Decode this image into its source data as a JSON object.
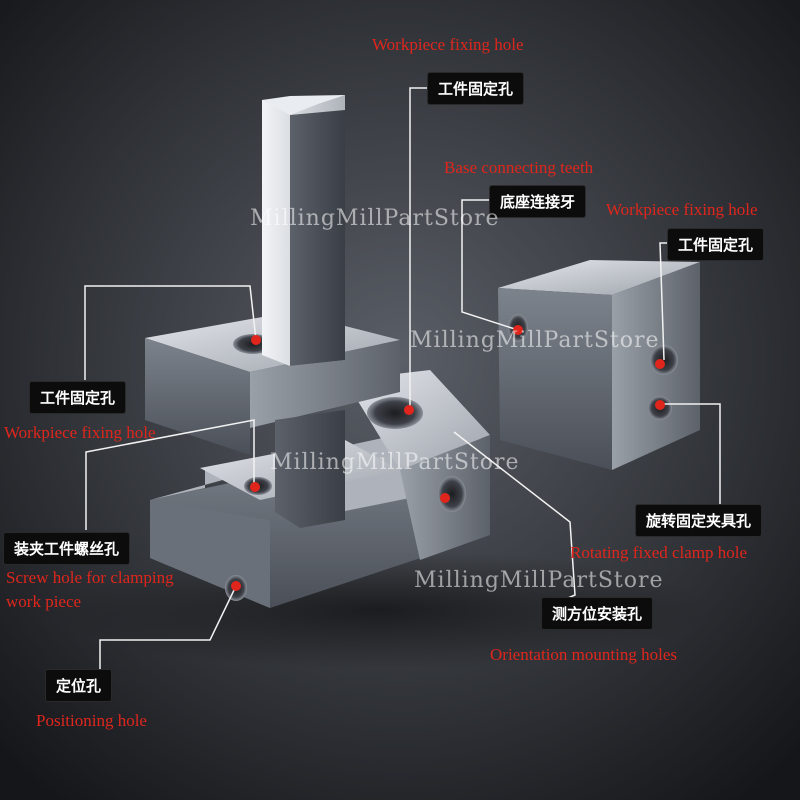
{
  "labels": {
    "top_cn": "工件固定孔",
    "top_en": "Workpiece fixing hole",
    "base_teeth_cn": "底座连接牙",
    "base_teeth_en": "Base connecting teeth",
    "right_fix_cn": "工件固定孔",
    "right_fix_en": "Workpiece fixing hole",
    "left_fix_cn": "工件固定孔",
    "left_fix_en": "Workpiece fixing hole",
    "screw_cn": "装夹工件螺丝孔",
    "screw_en_line1": "Screw hole for clamping",
    "screw_en_line2": " work piece",
    "rotate_cn": "旋转固定夹具孔",
    "rotate_en": "Rotating fixed clamp hole",
    "orient_cn": "测方位安装孔",
    "orient_en": "Orientation mounting holes",
    "position_cn": "定位孔",
    "position_en": "Positioning hole"
  },
  "watermark": "MillingMillPartStore",
  "colors": {
    "background": "#1e1f22",
    "label_red": "#e0261c",
    "tag_bg": "#0c0c0c",
    "steel_light": "#c9ccd2",
    "steel_dark": "#4a4f58"
  }
}
